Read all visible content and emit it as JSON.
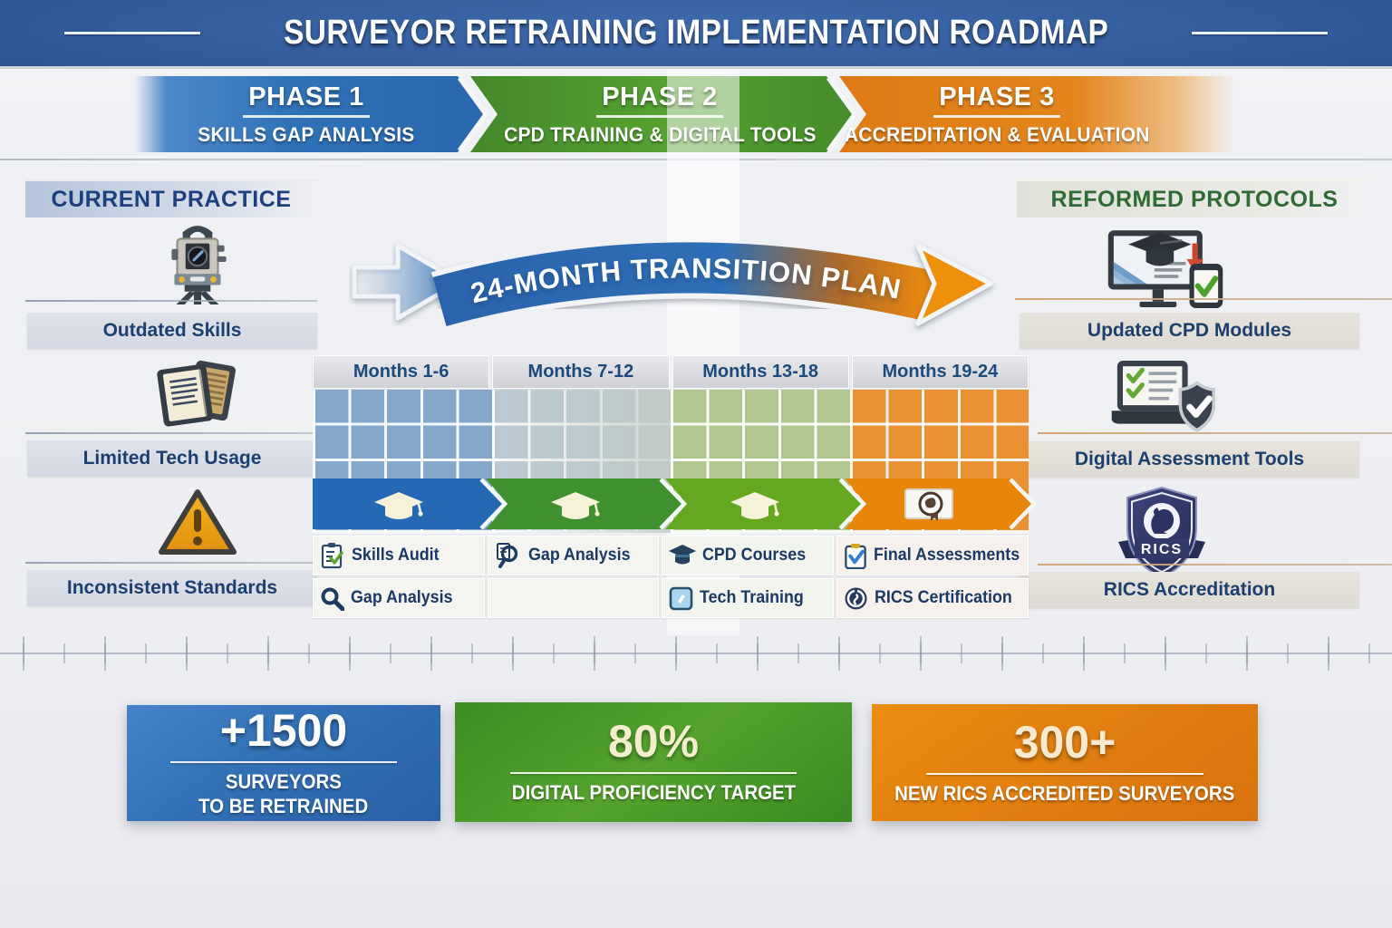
{
  "title": "SURVEYOR RETRAINING IMPLEMENTATION ROADMAP",
  "colors": {
    "banner_blue": "#2c5392",
    "phase1_blue": "#2f72b8",
    "phase2_green": "#4f9b2d",
    "phase3_orange": "#e0791c",
    "navy_text": "#1c3f6e",
    "green_text": "#2e6b35",
    "stat_blue": "#2e6cb0",
    "stat_green": "#449327",
    "stat_orange": "#de7d12"
  },
  "phases": [
    {
      "name": "PHASE 1",
      "subtitle": "SKILLS GAP ANALYSIS",
      "icon": "chevron-arrow"
    },
    {
      "name": "PHASE 2",
      "subtitle": "CPD TRAINING & DIGITAL TOOLS",
      "icon": "chevron-arrow"
    },
    {
      "name": "PHASE 3",
      "subtitle": "ACCREDITATION & EVALUATION",
      "icon": "chevron-arrow"
    }
  ],
  "left_column": {
    "header": "CURRENT PRACTICE",
    "items": [
      {
        "label": "Outdated Skills",
        "icon": "total-station-icon"
      },
      {
        "label": "Limited Tech Usage",
        "icon": "notebooks-icon"
      },
      {
        "label": "Inconsistent Standards",
        "icon": "warning-triangle-icon"
      }
    ]
  },
  "right_column": {
    "header": "REFORMED PROTOCOLS",
    "items": [
      {
        "label": "Updated CPD Modules",
        "icon": "monitor-graduation-icon"
      },
      {
        "label": "Digital Assessment Tools",
        "icon": "laptop-shield-icon"
      },
      {
        "label": "RICS Accreditation",
        "icon": "rics-shield-icon",
        "badge_text": "RICS"
      }
    ]
  },
  "transition": {
    "label": "24-MONTH TRANSITION PLAN"
  },
  "timeline": {
    "columns": [
      {
        "header": "Months 1-6",
        "tasks": [
          {
            "label": "Skills Audit",
            "icon": "clipboard-check-icon"
          },
          {
            "label": "Gap Analysis",
            "icon": "magnifier-icon"
          }
        ]
      },
      {
        "header": "Months 7-12",
        "tasks": [
          {
            "label": "Gap Analysis",
            "icon": "magnifier-doc-icon"
          }
        ]
      },
      {
        "header": "Months 13-18",
        "tasks": [
          {
            "label": "CPD Courses",
            "icon": "graduation-cap-icon"
          },
          {
            "label": "Tech Training",
            "icon": "tablet-icon"
          }
        ]
      },
      {
        "header": "Months 19-24",
        "tasks": [
          {
            "label": "Final Assessments",
            "icon": "clipboard-bluecheck-icon"
          },
          {
            "label": "RICS Certification",
            "icon": "rosette-badge-icon"
          }
        ]
      }
    ],
    "arrow_icons": [
      "graduation-cap-icon",
      "graduation-cap-icon",
      "graduation-cap-icon",
      "certificate-icon"
    ]
  },
  "stats": [
    {
      "value": "+1500",
      "lines": [
        "SURVEYORS",
        "TO BE RETRAINED"
      ]
    },
    {
      "value": "80%",
      "lines": [
        "DIGITAL PROFICIENCY TARGET"
      ]
    },
    {
      "value": "300+",
      "lines": [
        "NEW RICS ACCREDITED SURVEYORS"
      ]
    }
  ]
}
